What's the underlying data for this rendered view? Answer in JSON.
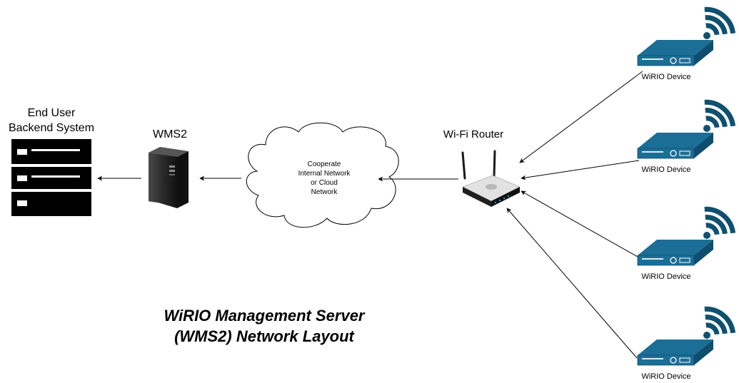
{
  "diagram": {
    "caption": "WiRIO Management Server (WMS2) Network Layout",
    "backend": {
      "line1": "End User",
      "line2": "Backend System"
    },
    "server": {
      "label": "WMS2"
    },
    "cloud": {
      "line1": "Cooperate",
      "line2": "Internal Network",
      "line3": "or Cloud",
      "line4": "Network"
    },
    "router": {
      "label": "Wi-Fi Router"
    },
    "devices": [
      {
        "label": "WiRIO Device"
      },
      {
        "label": "WiRIO Device"
      },
      {
        "label": "WiRIO Device"
      },
      {
        "label": "WiRIO Device"
      }
    ]
  },
  "colors": {
    "device_fill": "#1b6e96",
    "device_dark": "#0e4d6e",
    "signal": "#10506f",
    "server_dark": "#1d1d1d"
  }
}
